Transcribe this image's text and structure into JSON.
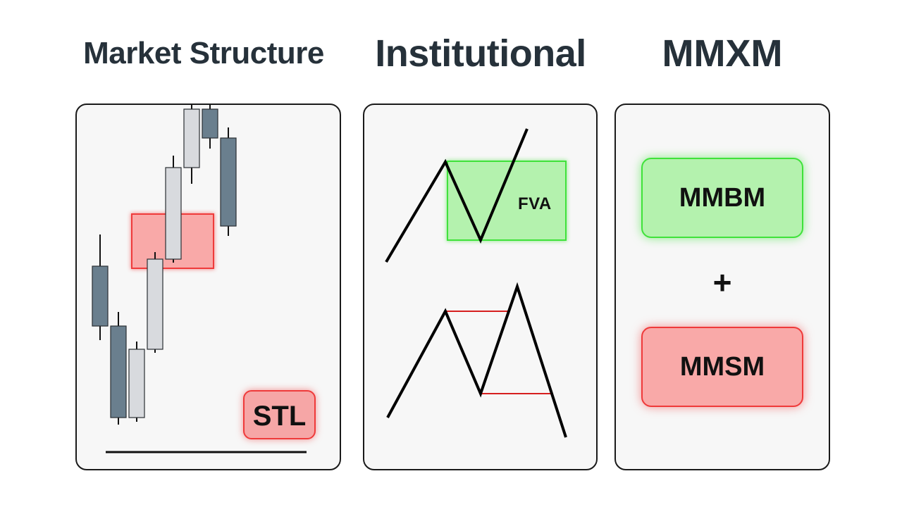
{
  "headings": {
    "market": "Market Structure",
    "institutional": "Institutional",
    "mmxm": "MMXM"
  },
  "market_panel": {
    "label": "STL",
    "candles": [
      {
        "color": "dark",
        "open": 300,
        "close": 215,
        "high": 320,
        "low": 170
      },
      {
        "color": "dark",
        "open": 300,
        "close": 430,
        "high": 280,
        "low": 440
      },
      {
        "color": "light",
        "open": 430,
        "close": 333,
        "high": 322,
        "low": 436
      },
      {
        "color": "light",
        "open": 333,
        "close": 205,
        "high": 195,
        "low": 338
      },
      {
        "color": "light",
        "open": 205,
        "close": 75,
        "high": 58,
        "low": 210
      },
      {
        "color": "light",
        "open": 75,
        "close": -8,
        "high": -28,
        "low": 98
      },
      {
        "color": "dark",
        "open": -8,
        "close": 33,
        "high": -22,
        "low": 48
      },
      {
        "color": "dark",
        "open": 33,
        "close": 158,
        "high": 18,
        "low": 172
      }
    ]
  },
  "institutional_panel": {
    "label": "FVA"
  },
  "mmxm_panel": {
    "buy_model": "MMBM",
    "plus": "+",
    "sell_model": "MMSM"
  },
  "colors": {
    "heading": "#26313a",
    "candle_dark": "#6a7f8e",
    "candle_light": "#d8dade",
    "green_box": "#b4f2ae",
    "green_border": "#3fe23a",
    "red_box": "#f9a9a8",
    "red_border": "#ef3a3a"
  }
}
